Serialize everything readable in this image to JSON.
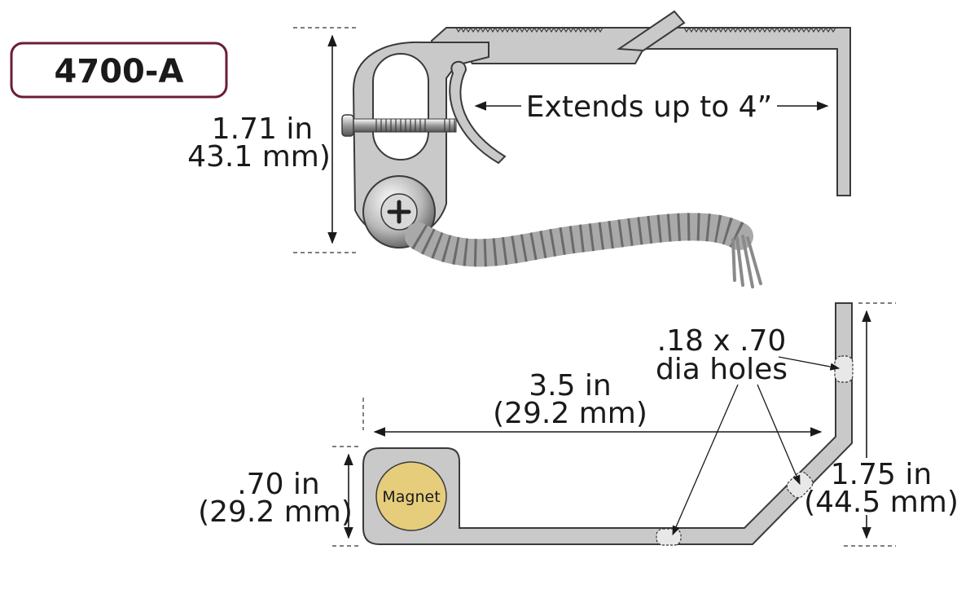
{
  "badge": {
    "label": "4700-A"
  },
  "top_view": {
    "height_in": "1.71 in",
    "height_mm": "43.1 mm)",
    "extends_label": "Extends up to 4”"
  },
  "bottom_view": {
    "width_in": "3.5 in",
    "width_mm": "(29.2 mm)",
    "left_height_in": ".70 in",
    "left_height_mm": "(29.2 mm)",
    "right_height_in": "1.75 in",
    "right_height_mm": "(44.5 mm)",
    "holes_line1": ".18 x .70",
    "holes_line2": "dia holes",
    "magnet_label": "Magnet"
  },
  "colors": {
    "metal": "#c9c9c9",
    "metal_stroke": "#3a3a3a",
    "magnet": "#e6cd7c",
    "badge_border": "#6b1d33"
  }
}
